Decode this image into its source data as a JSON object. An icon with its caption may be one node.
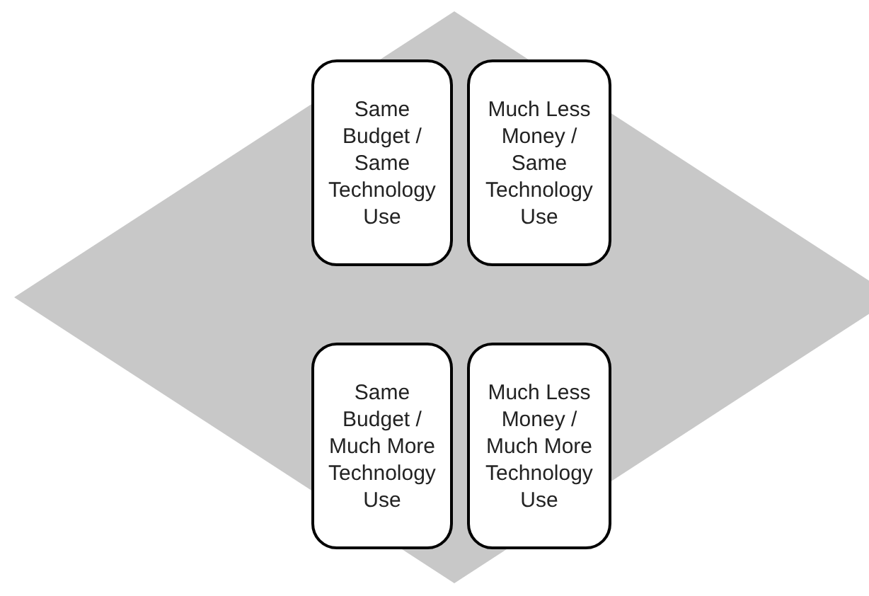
{
  "diagram": {
    "nodes": [
      {
        "text": [
          "Same Budget / Same Technology Use"
        ]
      },
      {
        "text": [
          "Much Less Money / Same Technology Use"
        ]
      },
      {
        "text": [
          "Same Budget / Much More Technology Use"
        ]
      },
      {
        "text": [
          "Much Less Money / Much More Technology Use"
        ]
      }
    ]
  }
}
